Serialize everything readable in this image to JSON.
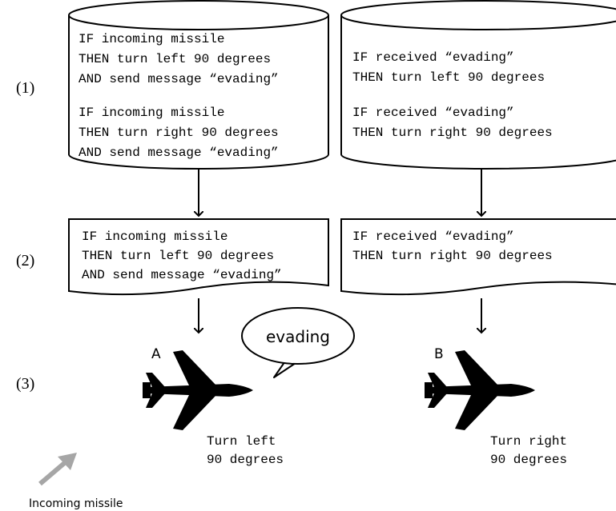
{
  "stage_labels": [
    "(1)",
    "(2)",
    "(3)"
  ],
  "agent_a": {
    "rule_base": [
      [
        "IF incoming missile",
        "THEN turn left 90 degrees",
        "AND send message “evading”"
      ],
      [
        "IF incoming missile",
        "THEN turn right 90 degrees",
        "AND send message “evading”"
      ]
    ],
    "selected_rule": [
      "IF incoming missile",
      "THEN turn left 90 degrees",
      "AND send message “evading”"
    ],
    "label": "A",
    "action": [
      "Turn left",
      "90 degrees"
    ],
    "speech": "evading"
  },
  "agent_b": {
    "rule_base": [
      [
        "IF received “evading”",
        "THEN turn left 90 degrees"
      ],
      [
        "IF received “evading”",
        "THEN turn right 90 degrees"
      ]
    ],
    "selected_rule": [
      "IF received “evading”",
      "THEN turn right 90 degrees"
    ],
    "label": "B",
    "action": [
      "Turn right",
      "90 degrees"
    ]
  },
  "missile_label": "Incoming missile",
  "colors": {
    "ink": "#000000",
    "arrow_missile": "#a6a6a6"
  }
}
